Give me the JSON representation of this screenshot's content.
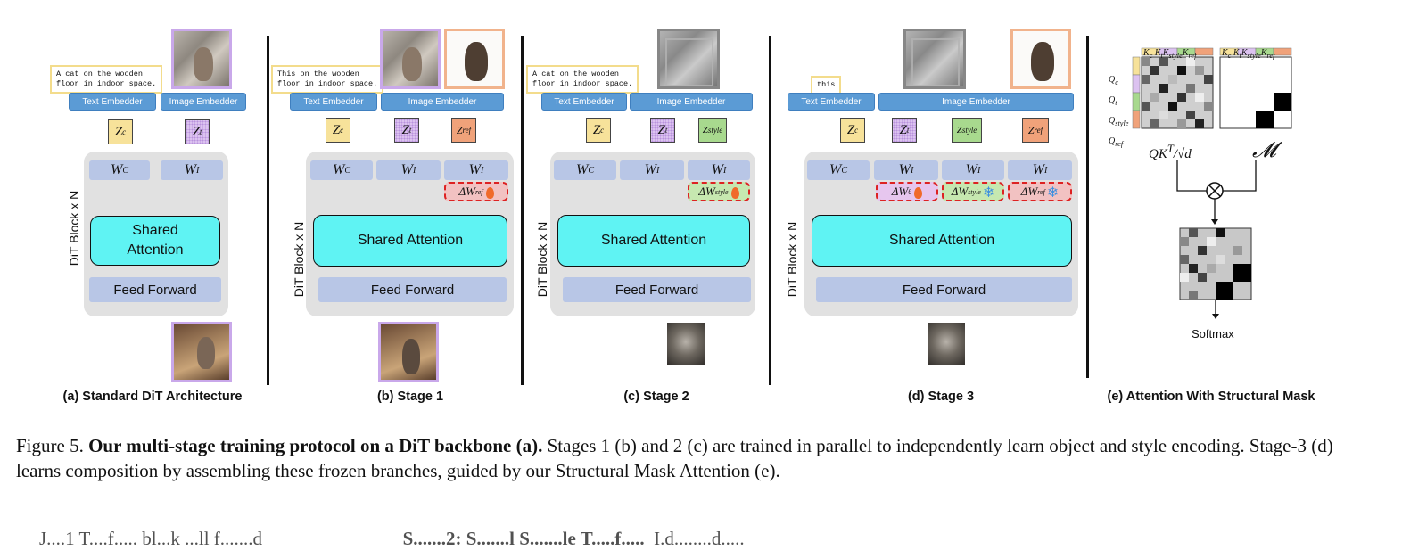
{
  "panels": {
    "a": {
      "prompt_lines": [
        "A cat on the wooden",
        "floor in indoor space."
      ],
      "text_embedder": "Text Embedder",
      "image_embedder": "Image Embedder",
      "block_label": "DiT Block x N",
      "attention": "Shared Attention",
      "attention_line1": "Shared",
      "attention_line2": "Attention",
      "ff": "Feed Forward",
      "caption": "(a) Standard DiT Architecture"
    },
    "b": {
      "prompt_lines": [
        "This on the wooden",
        "floor in indoor space."
      ],
      "text_embedder": "Text Embedder",
      "image_embedder": "Image Embedder",
      "block_label": "DiT Block x N",
      "attention": "Shared Attention",
      "ff": "Feed Forward",
      "caption": "(b) Stage 1"
    },
    "c": {
      "prompt_lines": [
        "A cat on the wooden",
        "floor in indoor space."
      ],
      "text_embedder": "Text Embedder",
      "image_embedder": "Image Embedder",
      "block_label": "DiT Block x N",
      "attention": "Shared Attention",
      "ff": "Feed Forward",
      "caption": "(c) Stage 2"
    },
    "d": {
      "prompt_lines": [
        "this"
      ],
      "text_embedder": "Text Embedder",
      "image_embedder": "Image Embedder",
      "block_label": "DiT Block x N",
      "attention": "Shared Attention",
      "ff": "Feed Forward",
      "caption": "(d) Stage 3"
    },
    "e": {
      "softmax": "Softmax",
      "caption": "(e) Attention With Structural Mask"
    }
  },
  "colors": {
    "text_token": "#f7e29a",
    "image_token": "#dcc2f0",
    "ref_token": "#f0a27a",
    "style_token": "#a8d98e",
    "embedder": "#5b9bd5",
    "attention": "#5ff3f3",
    "weight": "#b8c6e6",
    "lora_border": "#dd2222"
  },
  "icons": [
    "flame-icon",
    "snowflake-icon",
    "otimes-icon"
  ],
  "figure_caption": {
    "label": "Figure 5.",
    "bold": "Our multi-stage training protocol on a DiT backbone (a).",
    "text": " Stages 1 (b) and 2 (c) are trained in parallel to independently learn object and style encoding. Stage-3 (d) learns composition by assembling these frozen branches, guided by our Structural Mask Attention (e)."
  },
  "body_text_fragment": {
    "left": "J....1  T....f.....  bl...k  ...ll  f.......d",
    "right_bold": "S.......2:  S.......l  S.......le  T.....f.....",
    "right": "I.d........d....."
  }
}
